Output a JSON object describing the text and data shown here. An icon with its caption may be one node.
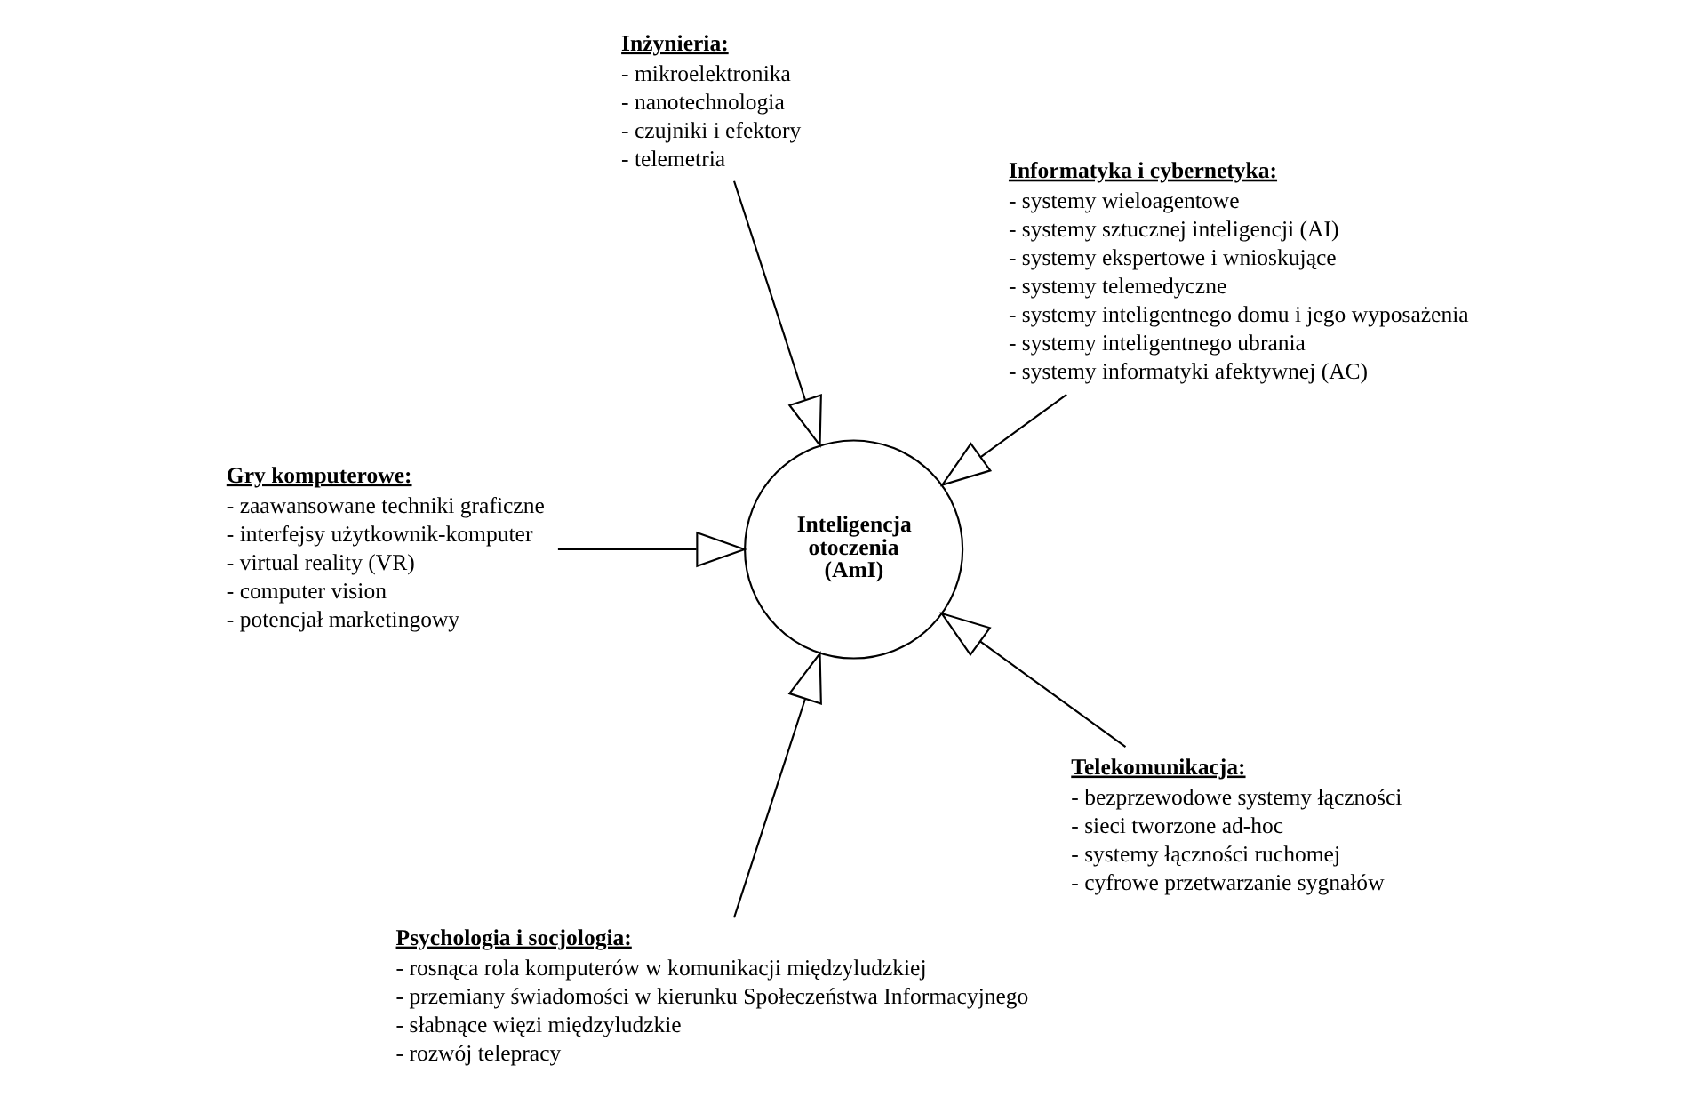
{
  "diagram": {
    "nodes": [
      {
        "text": [
          "Informatyka i cybernetyka:",
          "- systemy wieloagentowe",
          "- systemy sztucznej inteligencji (AI)",
          "- systemy ekspertowe i wnioskujące",
          "- systemy telemedyczne",
          "- systemy inteligentnego domu i jego wyposażenia",
          "- systemy inteligentnego ubrania",
          "- systemy informatyki afektywnej (AC)"
        ]
      },
      {
        "text": [
          "Inżynieria:",
          "- mikroelektronika",
          "- nanotechnologia",
          "- czujniki i efektory",
          "- telemetria"
        ]
      },
      {
        "text": [
          "Gry komputerowe:",
          "- zaawansowane techniki graficzne",
          "- interfejsy użytkownik-komputer",
          "- virtual reality (VR)",
          "- computer vision",
          "- potencjał marketingowy"
        ]
      },
      {
        "text": [
          "Inteligencja otoczenia (AmI)"
        ]
      },
      {
        "text": [
          "Psychologia i socjologia:",
          "- rosnąca rola komputerów w komunikacji międzyludzkiej",
          "- przemiany świadomości w kierunku Społeczeństwa Informacyjnego",
          "- słabnące więzi międzyludzkie",
          "- rozwój telepracy"
        ]
      },
      {
        "text": [
          "Telekomunikacja:",
          "- bezprzewodowe systemy łączności",
          "- sieci tworzone ad-hoc",
          "- systemy łączności ruchomej",
          "- cyfrowe przetwarzanie sygnałów"
        ]
      }
    ],
    "edges": [
      {
        "from": 0,
        "to": 3,
        "arrow": "to"
      },
      {
        "from": 1,
        "to": 3,
        "arrow": "to"
      },
      {
        "from": 2,
        "to": 3,
        "arrow": "to"
      },
      {
        "from": 4,
        "to": 3,
        "arrow": "to"
      },
      {
        "from": 5,
        "to": 3,
        "arrow": "to"
      }
    ]
  }
}
